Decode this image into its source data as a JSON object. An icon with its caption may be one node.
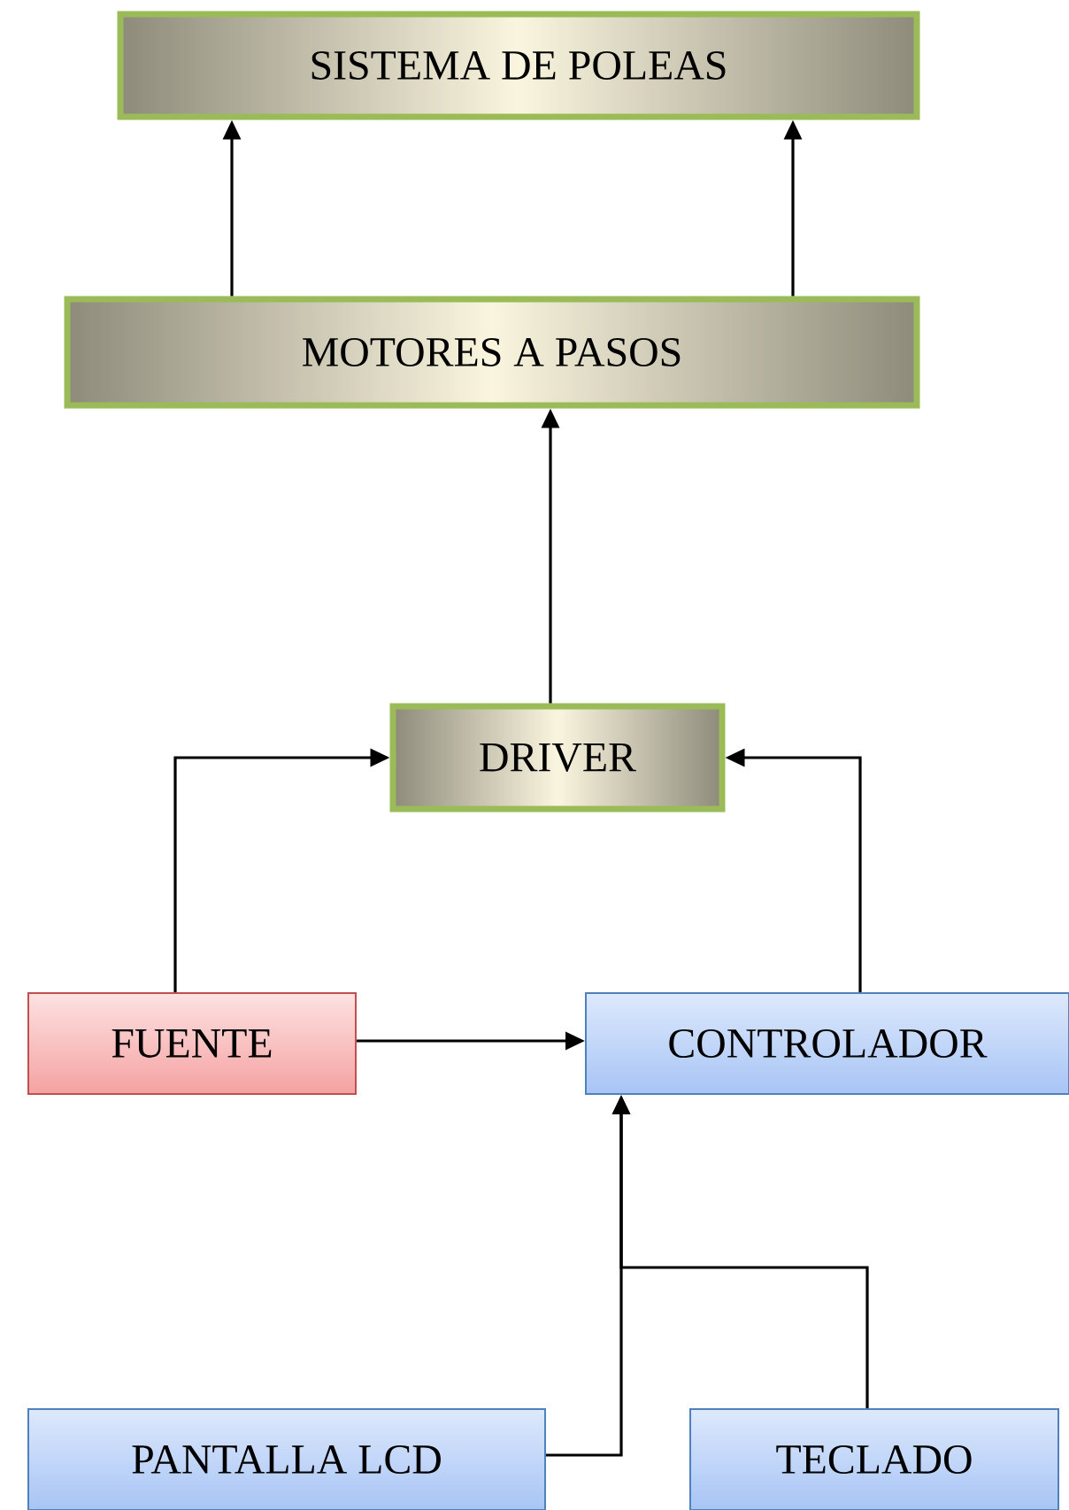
{
  "diagram": {
    "nodes": [
      {
        "text": [
          "SISTEMA DE POLEAS"
        ]
      },
      {
        "text": [
          "MOTORES A PASOS"
        ]
      },
      {
        "text": [
          "DRIVER"
        ]
      },
      {
        "text": [
          "FUENTE"
        ]
      },
      {
        "text": [
          "CONTROLADOR"
        ]
      },
      {
        "text": [
          "PANTALLA LCD"
        ]
      },
      {
        "text": [
          "TECLADO"
        ]
      }
    ],
    "edges": [
      {
        "from": 1,
        "to": 0,
        "arrow": "to"
      },
      {
        "from": 1,
        "to": 0,
        "arrow": "to"
      },
      {
        "from": 2,
        "to": 1,
        "arrow": "to"
      },
      {
        "from": 3,
        "to": 2,
        "arrow": "to"
      },
      {
        "from": 4,
        "to": 2,
        "arrow": "to"
      },
      {
        "from": 3,
        "to": 4,
        "arrow": "to"
      },
      {
        "from": 5,
        "to": 4,
        "arrow": "to"
      },
      {
        "from": 6,
        "to": 4,
        "arrow": "to"
      }
    ]
  }
}
